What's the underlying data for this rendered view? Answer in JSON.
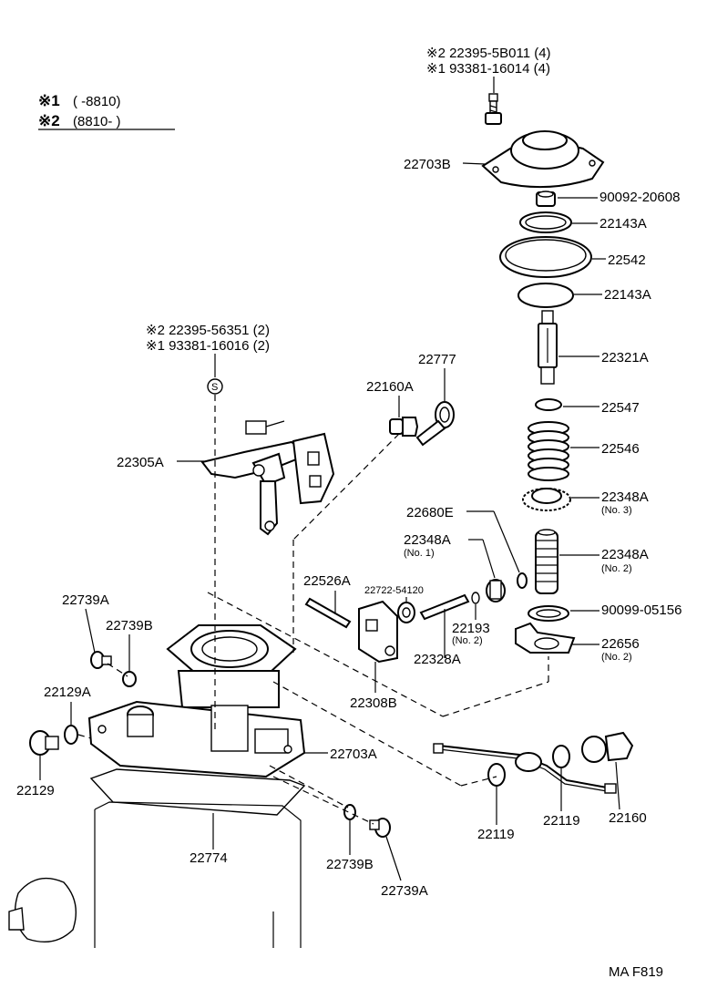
{
  "legend": {
    "row1_mark": "※1",
    "row1_range": "(        -8810)",
    "row2_mark": "※2",
    "row2_range": "(8810-          )"
  },
  "callouts": {
    "top_bolt_line1": "※2 22395-5B011 (4)",
    "top_bolt_line2": "※1 93381-16014 (4)",
    "mid_bolt_line1": "※2 22395-56351 (2)",
    "mid_bolt_line2": "※1 93381-16016 (2)",
    "s_symbol": "S"
  },
  "parts": {
    "p22703B": "22703B",
    "p90092": "90092-20608",
    "p22143A_1": "22143A",
    "p22542": "22542",
    "p22143A_2": "22143A",
    "p22321A": "22321A",
    "p22547": "22547",
    "p22546": "22546",
    "p22348A_3": "22348A",
    "p22348A_3_sub": "(No. 3)",
    "p22348A_2": "22348A",
    "p22348A_2_sub": "(No. 2)",
    "p90099": "90099-05156",
    "p22656": "22656",
    "p22656_sub": "(No. 2)",
    "p22777": "22777",
    "p22160A": "22160A",
    "p22305A": "22305A",
    "p22680E": "22680E",
    "p22348A_1": "22348A",
    "p22348A_1_sub": "(No. 1)",
    "p22526A": "22526A",
    "p22722": "22722-54120",
    "p22193": "22193",
    "p22193_sub": "(No. 2)",
    "p22328A": "22328A",
    "p22308B": "22308B",
    "p22739A_1": "22739A",
    "p22739B_1": "22739B",
    "p22129A": "22129A",
    "p22129": "22129",
    "p22703A": "22703A",
    "p22774": "22774",
    "p22739B_2": "22739B",
    "p22739A_2": "22739A",
    "p22119_1": "22119",
    "p22119_2": "22119",
    "p22160": "22160"
  },
  "footer": {
    "code": "MA F819"
  }
}
